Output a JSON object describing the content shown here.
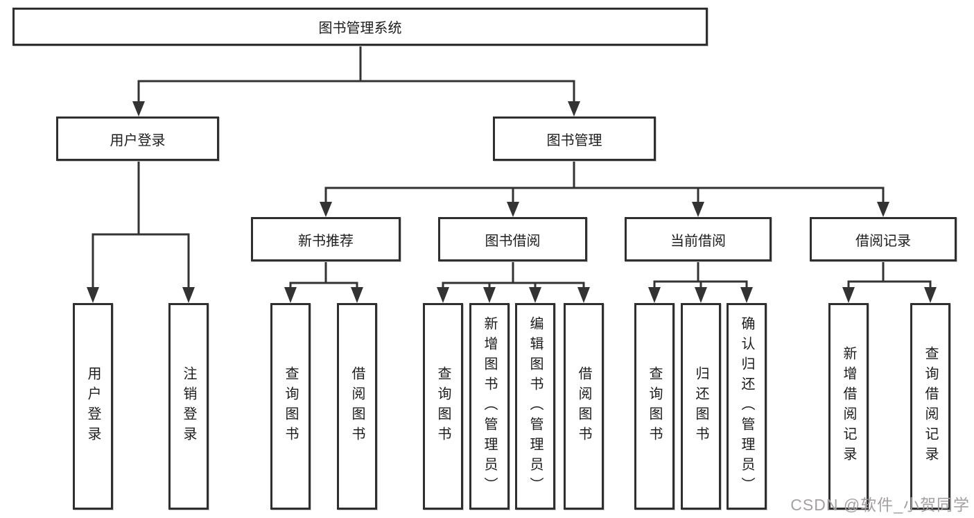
{
  "tree": {
    "root": {
      "label": "图书管理系统",
      "children": [
        {
          "label": "用户登录",
          "children": [
            {
              "label": "用户登录"
            },
            {
              "label": "注销登录"
            }
          ]
        },
        {
          "label": "图书管理",
          "children": [
            {
              "label": "新书推荐",
              "children": [
                {
                  "label": "查询图书"
                },
                {
                  "label": "借阅图书"
                }
              ]
            },
            {
              "label": "图书借阅",
              "children": [
                {
                  "label": "查询图书"
                },
                {
                  "label": "新增图书（管理员）"
                },
                {
                  "label": "编辑图书（管理员）"
                },
                {
                  "label": "借阅图书"
                }
              ]
            },
            {
              "label": "当前借阅",
              "children": [
                {
                  "label": "查询图书"
                },
                {
                  "label": "归还图书"
                },
                {
                  "label": "确认归还（管理员）"
                }
              ]
            },
            {
              "label": "借阅记录",
              "children": [
                {
                  "label": "新增借阅记录"
                },
                {
                  "label": "查询借阅记录"
                }
              ]
            }
          ]
        }
      ]
    }
  },
  "watermark": "CSDN @软件_小贺同学",
  "colors": {
    "line": "#333333",
    "box_border": "#2f2f2f",
    "box_fill": "#ffffff",
    "text": "#1c1c1c",
    "watermark": "#a5a0a0",
    "background": "#ffffff"
  }
}
